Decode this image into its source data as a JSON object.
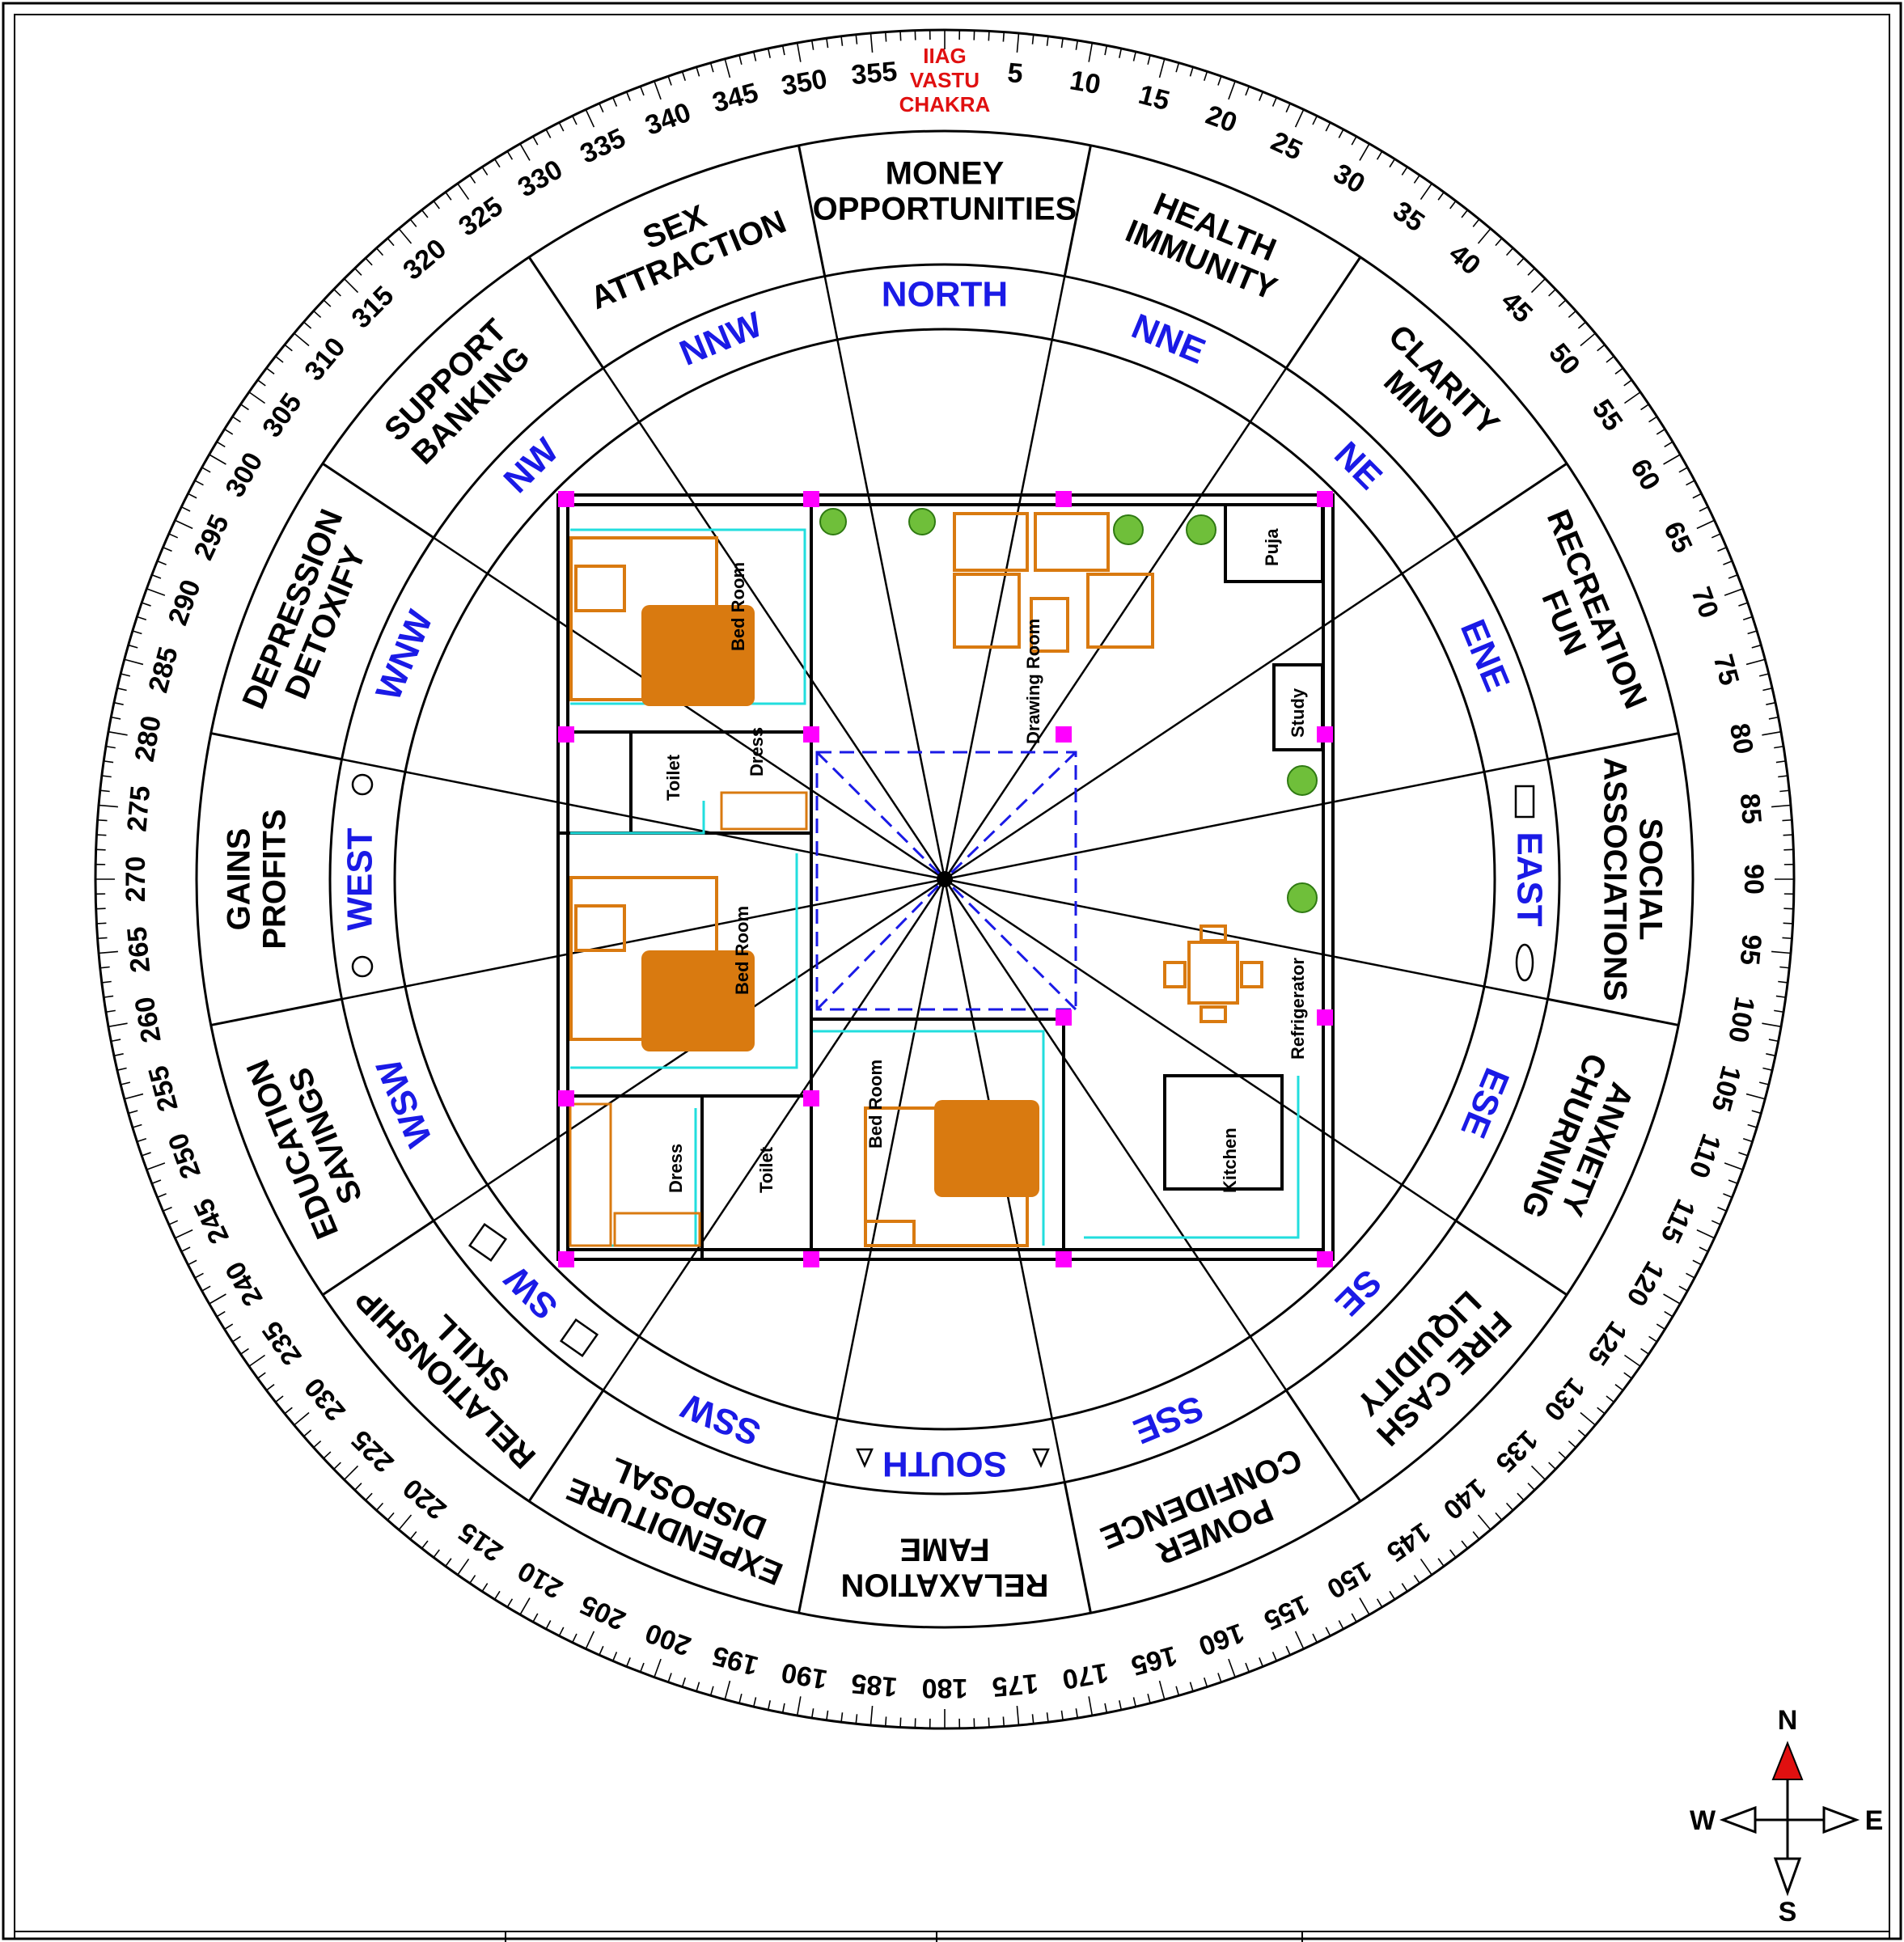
{
  "brand": {
    "line1": "IIAG",
    "line2": "VASTU",
    "line3": "CHAKRA"
  },
  "degree_labels": [
    "5",
    "10",
    "15",
    "20",
    "25",
    "30",
    "35",
    "40",
    "45",
    "50",
    "55",
    "60",
    "65",
    "70",
    "75",
    "80",
    "85",
    "90",
    "95",
    "100",
    "105",
    "110",
    "115",
    "120",
    "125",
    "130",
    "135",
    "140",
    "145",
    "150",
    "155",
    "160",
    "165",
    "170",
    "175",
    "180",
    "185",
    "190",
    "195",
    "200",
    "205",
    "210",
    "215",
    "220",
    "225",
    "230",
    "235",
    "240",
    "245",
    "250",
    "255",
    "260",
    "265",
    "270",
    "275",
    "280",
    "285",
    "290",
    "295",
    "300",
    "305",
    "310",
    "315",
    "320",
    "325",
    "330",
    "335",
    "340",
    "345",
    "350",
    "355"
  ],
  "zones": [
    {
      "dir": "NORTH",
      "line1": "MONEY",
      "line2": "OPPORTUNITIES"
    },
    {
      "dir": "NNE",
      "line1": "HEALTH",
      "line2": "IMMUNITY"
    },
    {
      "dir": "NE",
      "line1": "CLARITY",
      "line2": "MIND"
    },
    {
      "dir": "ENE",
      "line1": "RECREATION",
      "line2": "FUN"
    },
    {
      "dir": "EAST",
      "line1": "SOCIAL",
      "line2": "ASSOCIATIONS"
    },
    {
      "dir": "ESE",
      "line1": "ANXIETY",
      "line2": "CHURNING"
    },
    {
      "dir": "SE",
      "line1": "FIRE CASH",
      "line2": "LIQUIDITY"
    },
    {
      "dir": "SSE",
      "line1": "POWER",
      "line2": "CONFIDENCE"
    },
    {
      "dir": "SOUTH",
      "line1": "RELAXATION",
      "line2": "FAME"
    },
    {
      "dir": "SSW",
      "line1": "EXPENDITURE",
      "line2": "DISPOSAL"
    },
    {
      "dir": "SW",
      "line1": "RELATIONSHIP",
      "line2": "SKILL"
    },
    {
      "dir": "WSW",
      "line1": "EDUCATION",
      "line2": "SAVINGS"
    },
    {
      "dir": "WEST",
      "line1": "GAINS",
      "line2": "PROFITS"
    },
    {
      "dir": "WNW",
      "line1": "DEPRESSION",
      "line2": "DETOXIFY"
    },
    {
      "dir": "NW",
      "line1": "SUPPORT",
      "line2": "BANKING"
    },
    {
      "dir": "NNW",
      "line1": "SEX",
      "line2": "ATTRACTION"
    }
  ],
  "rooms": {
    "bed1": "Bed Room",
    "bed2": "Bed Room",
    "bed3": "Bed Room",
    "drawing": "Drawing Room",
    "puja": "Puja",
    "study": "Study",
    "toilet1": "Toilet",
    "toilet2": "Toilet",
    "dress1": "Dress",
    "dress2": "Dress",
    "kitchen": "Kitchen",
    "refrigerator": "Refrigerator"
  },
  "compass": {
    "n": "N",
    "s": "S",
    "e": "E",
    "w": "W"
  },
  "colors": {
    "direction_text": "#1a1ae6",
    "brand_text": "#e01010",
    "furniture": "#d97a10",
    "wiring": "#22dede",
    "column_marker": "#ff00ff",
    "north_arrow": "#e01010"
  }
}
